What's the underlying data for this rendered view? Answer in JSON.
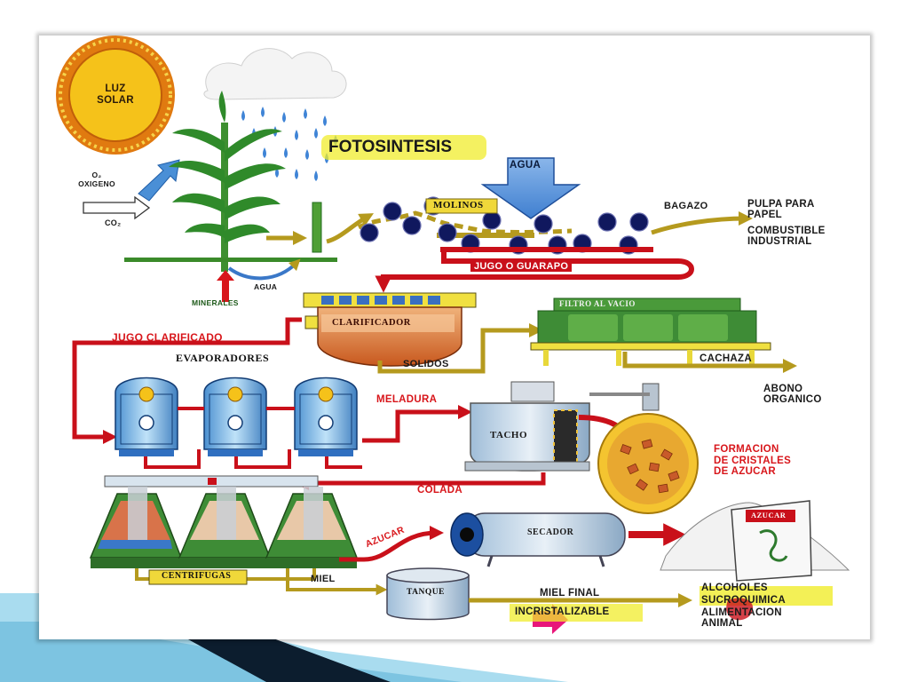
{
  "colors": {
    "slide_background": "#ffffff",
    "deco_dark": "#0c1d2e",
    "deco_light": "#a9dcef",
    "deco_mid": "#5ab0d6",
    "label_red": "#d8161b",
    "flow_red": "#c9101a",
    "olive_arrow": "#b59a1e",
    "sun": "#f5c21a",
    "sun_ring": "#e07a10",
    "water_blue": "#3a78c8",
    "cane_green": "#2f8a2a",
    "roller_navy": "#10185e",
    "fotosintesis_yellow": "#f0ec2c"
  },
  "diagram": {
    "sun": {
      "label": "LUZ\nSOLAR",
      "icon": "sun-icon"
    },
    "rain": {
      "icon": "rain-cloud-icon"
    },
    "photosynthesis": {
      "label": "FOTOSINTESIS"
    },
    "oxygen": {
      "label": "O₂\nOXIGENO",
      "icon": "oxygen-arrow-icon"
    },
    "co2": {
      "label": "CO₂",
      "icon": "co2-arrow-icon"
    },
    "cane": {
      "icon": "sugarcane-icon"
    },
    "roots_water": {
      "label": "AGUA"
    },
    "minerals": {
      "label": "MINERALES"
    },
    "water_in": {
      "label": "AGUA",
      "icon": "water-down-arrow-icon"
    },
    "mills": {
      "label": "MOLINOS",
      "icon": "mill-rollers-icon"
    },
    "bagasse": {
      "label": "BAGAZO"
    },
    "bagasse_uses": {
      "line1": "PULPA PARA\nPAPEL",
      "line2": "COMBUSTIBLE\nINDUSTRIAL"
    },
    "juice": {
      "label": "JUGO O GUARAPO"
    },
    "clarifier": {
      "label": "CLARIFICADOR"
    },
    "clarified_juice": {
      "label": "JUGO CLARIFICADO"
    },
    "solids": {
      "label": "SOLIDOS"
    },
    "vacuum_filter": {
      "label": "FILTRO AL VACIO"
    },
    "filter_cake": {
      "label": "CACHAZA"
    },
    "fertilizer": {
      "label": "ABONO\nORGANICO"
    },
    "evaporators": {
      "label": "EVAPORADORES"
    },
    "syrup": {
      "label": "MELADURA"
    },
    "pan": {
      "label": "TACHO"
    },
    "crystals": {
      "label": "FORMACION\nDE CRISTALES\nDE AZUCAR"
    },
    "strike": {
      "label": "COLADA"
    },
    "centrifuges": {
      "label": "CENTRIFUGAS"
    },
    "sugar_flow": {
      "label": "AZUCAR"
    },
    "dryer": {
      "label": "SECADOR"
    },
    "sugar_bag": {
      "label": "AZUCAR"
    },
    "molasses": {
      "label": "MIEL"
    },
    "tank": {
      "label": "TANQUE"
    },
    "final_molasses": {
      "line1": "MIEL FINAL",
      "line2": "INCRISTALIZABLE"
    },
    "molasses_uses": {
      "line1": "ALCOHOLES",
      "line2": "SUCROQUIMICA",
      "line3": "ALIMENTACION\nANIMAL"
    }
  }
}
